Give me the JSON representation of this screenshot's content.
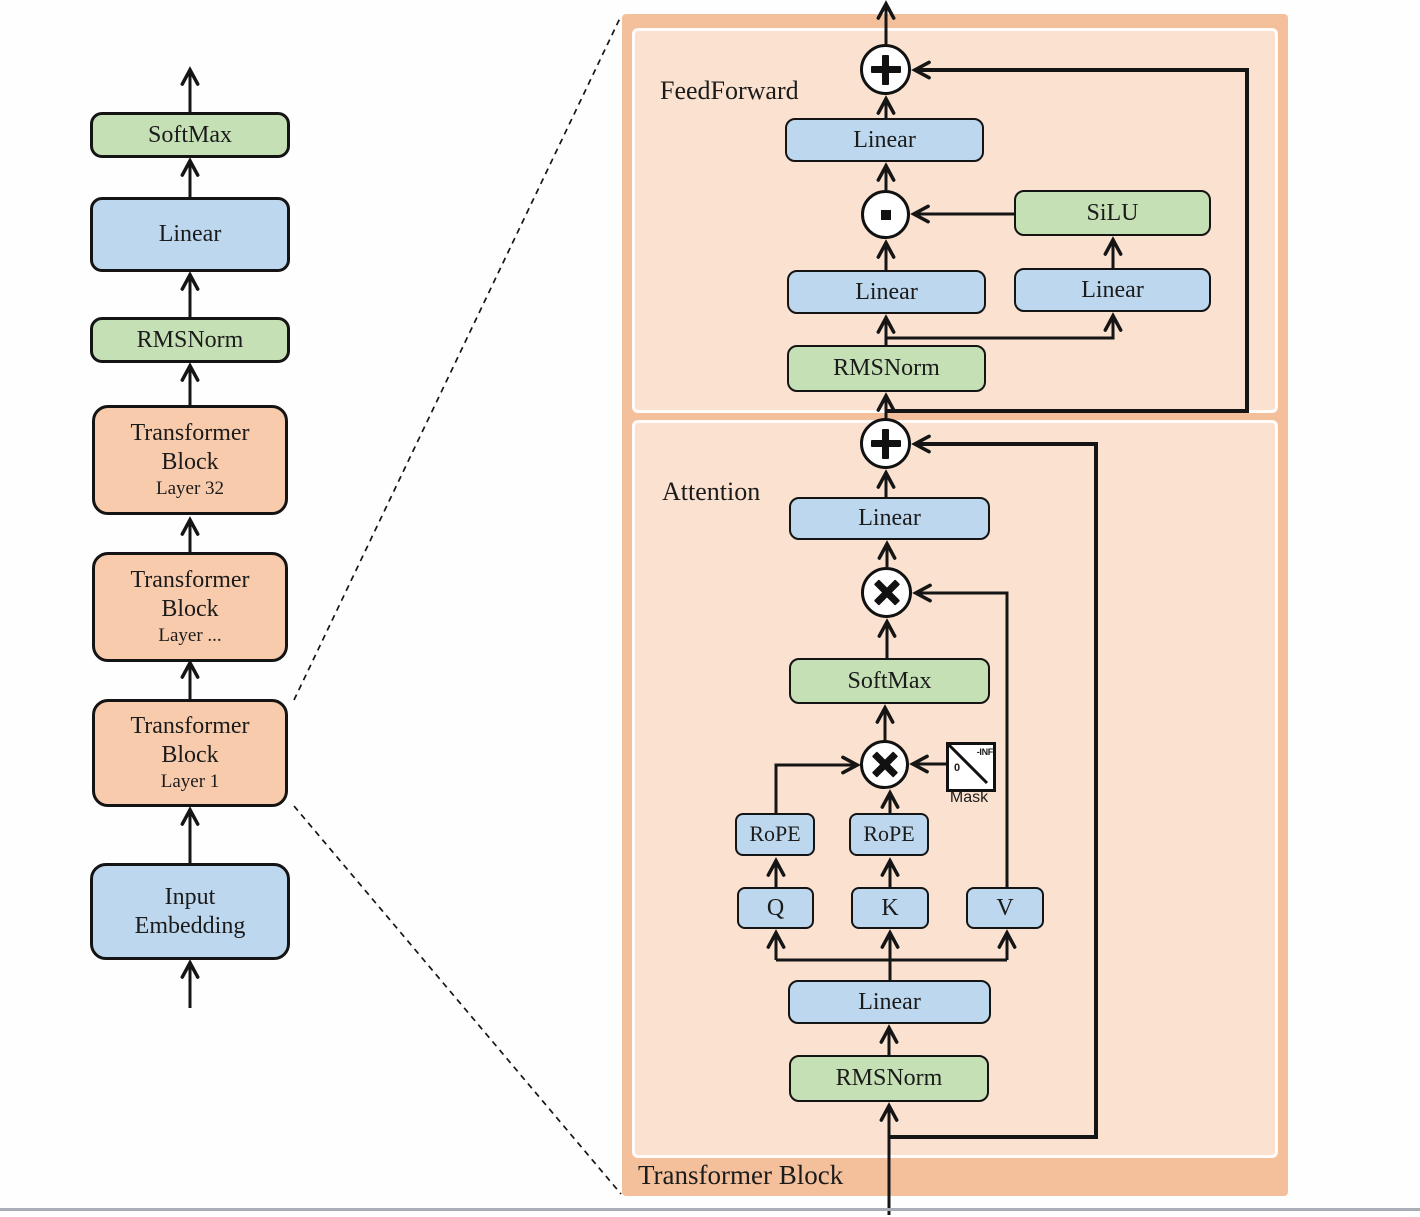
{
  "colors": {
    "green": "#c5e0b4",
    "blue": "#bdd7ee",
    "orange": "#f8cbad",
    "panel_outer": "#f4c09c",
    "panel_inner": "#fbe2d0",
    "line": "#151515"
  },
  "left": {
    "softmax": "SoftMax",
    "linear": "Linear",
    "rmsnorm": "RMSNorm",
    "blocks": [
      {
        "title": "Transformer Block",
        "layer": "Layer 32"
      },
      {
        "title": "Transformer Block",
        "layer": "Layer ..."
      },
      {
        "title": "Transformer Block",
        "layer": "Layer 1"
      }
    ],
    "input_embedding": "Input Embedding"
  },
  "panel": {
    "title": "Transformer Block",
    "feedforward": {
      "label": "FeedForward",
      "linear_out": "Linear",
      "silu": "SiLU",
      "linear_left": "Linear",
      "linear_right": "Linear",
      "rmsnorm": "RMSNorm"
    },
    "attention": {
      "label": "Attention",
      "linear_out": "Linear",
      "softmax": "SoftMax",
      "mask_label": "Mask",
      "mask_top": "-INF",
      "mask_bottom": "0",
      "rope_q": "RoPE",
      "rope_k": "RoPE",
      "q": "Q",
      "k": "K",
      "v": "V",
      "linear_in": "Linear",
      "rmsnorm": "RMSNorm"
    }
  },
  "symbols": {
    "add": "+",
    "multiply": "×",
    "dot": "▪"
  }
}
